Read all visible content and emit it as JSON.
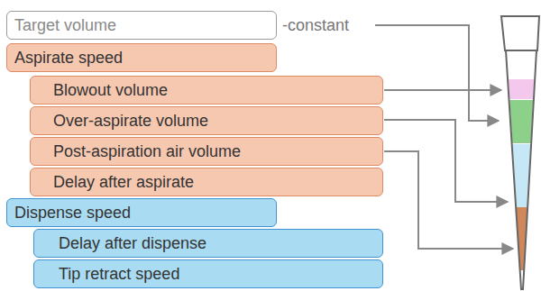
{
  "diagram": {
    "nodes": [
      {
        "text": [
          "Target volume"
        ]
      },
      {
        "text": [
          "Aspirate speed"
        ]
      },
      {
        "text": [
          "Blowout volume"
        ]
      },
      {
        "text": [
          "Over-aspirate volume"
        ]
      },
      {
        "text": [
          "Post-aspiration air volume"
        ]
      },
      {
        "text": [
          "Delay after aspirate"
        ]
      },
      {
        "text": [
          "Dispense speed"
        ]
      },
      {
        "text": [
          "Delay after dispense"
        ]
      },
      {
        "text": [
          "Tip retract speed"
        ]
      }
    ],
    "labels": [
      "-constant"
    ]
  }
}
